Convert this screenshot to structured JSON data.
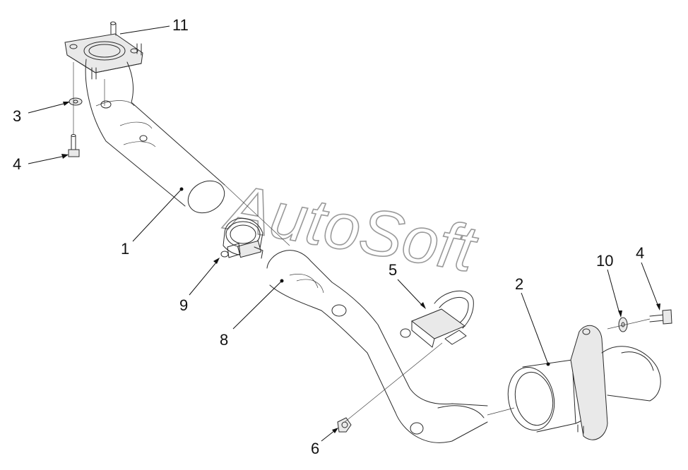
{
  "watermark": "AutoSoft",
  "callouts": [
    {
      "id": "1",
      "text": "1"
    },
    {
      "id": "2",
      "text": "2"
    },
    {
      "id": "3",
      "text": "3"
    },
    {
      "id": "4a",
      "text": "4"
    },
    {
      "id": "4b",
      "text": "4"
    },
    {
      "id": "5",
      "text": "5"
    },
    {
      "id": "6",
      "text": "6"
    },
    {
      "id": "8",
      "text": "8"
    },
    {
      "id": "9",
      "text": "9"
    },
    {
      "id": "10",
      "text": "10"
    },
    {
      "id": "11",
      "text": "11"
    }
  ],
  "colors": {
    "line": "#2a2a2a",
    "watermark": "#9a9a9a",
    "background": "#ffffff"
  }
}
